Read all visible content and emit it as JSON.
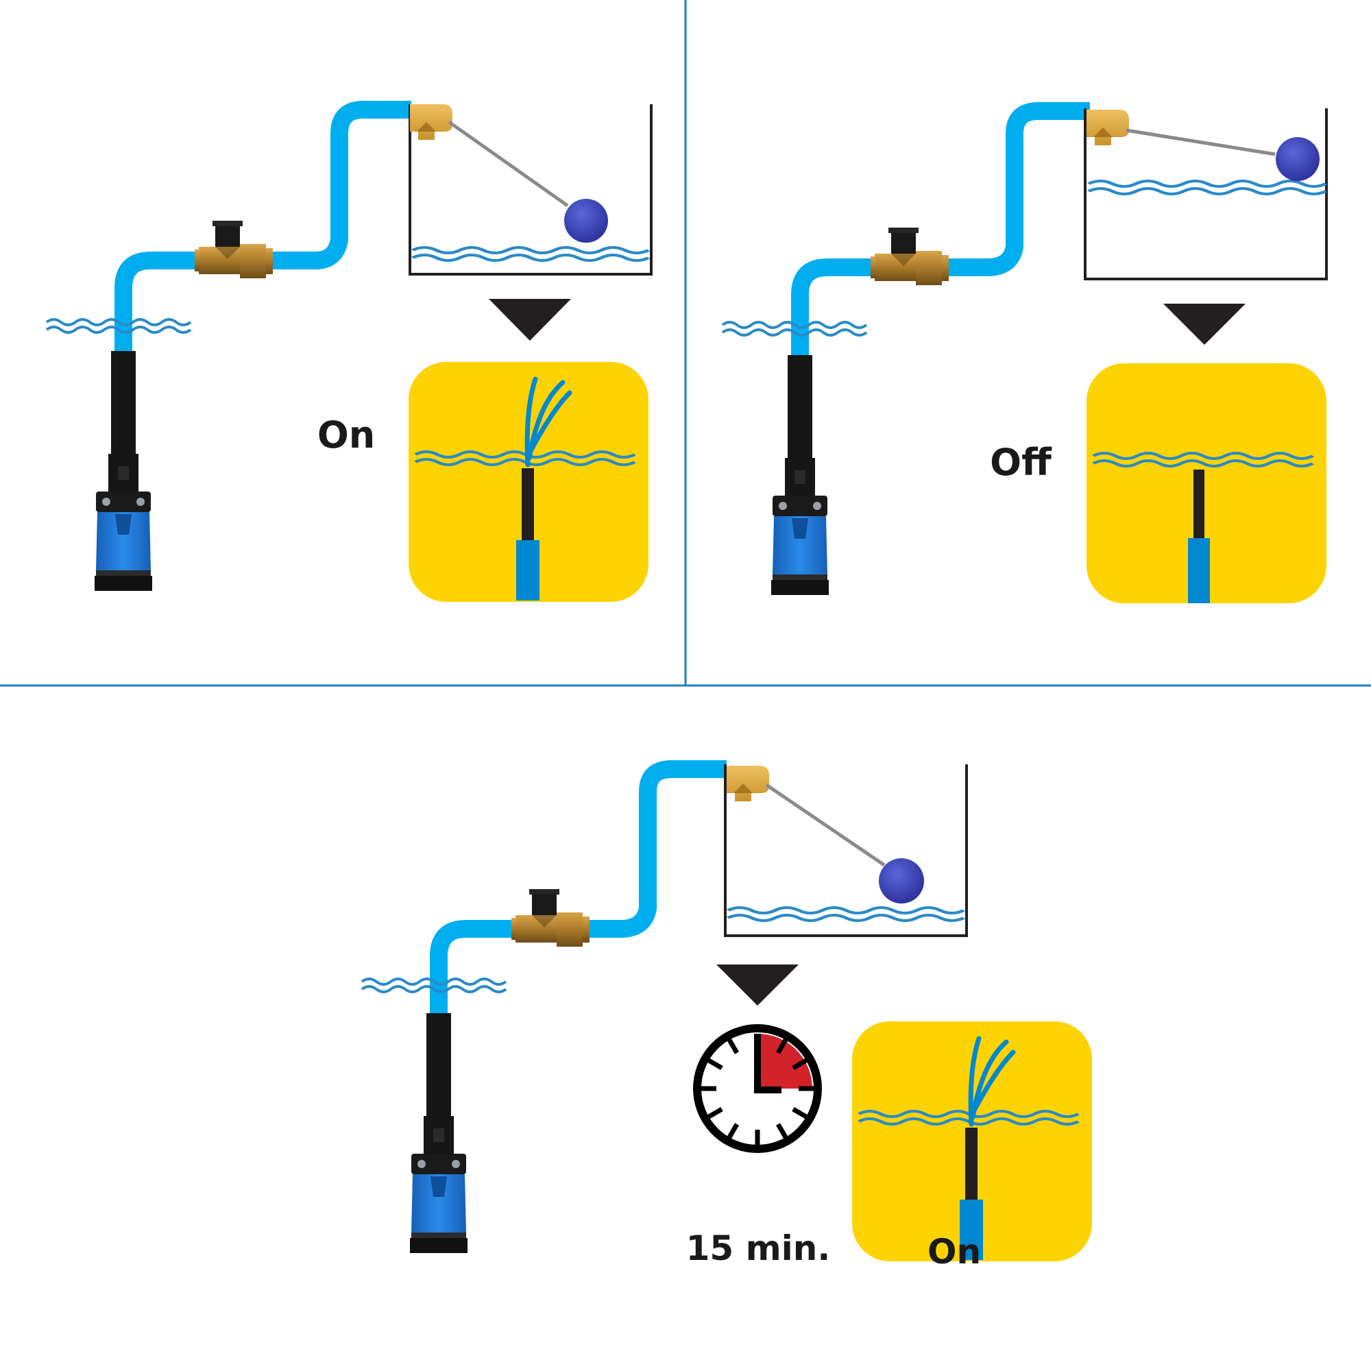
{
  "colors": {
    "divider": "#1f7fc4",
    "hose": "#00aeef",
    "water": "#2a8ac8",
    "pump_body": "#1e7fd6",
    "pump_black": "#161616",
    "brass": "#b8872e",
    "float_ball": "#3a45b8",
    "icon_bg": "#fed304",
    "icon_pump": "#0088d0",
    "timer_red": "#d2232a",
    "arrow": "#231f20"
  },
  "panels": [
    {
      "id": "panel-1",
      "tank_level": "low",
      "float_position": "down",
      "status_label": "On",
      "icon_state": "spraying"
    },
    {
      "id": "panel-2",
      "tank_level": "full",
      "float_position": "up",
      "status_label": "Off",
      "icon_state": "idle"
    },
    {
      "id": "panel-3",
      "tank_level": "low",
      "float_position": "down",
      "timer_label": "15 min.",
      "timer_fraction": 0.25,
      "status_label": "On",
      "icon_state": "spraying"
    }
  ]
}
